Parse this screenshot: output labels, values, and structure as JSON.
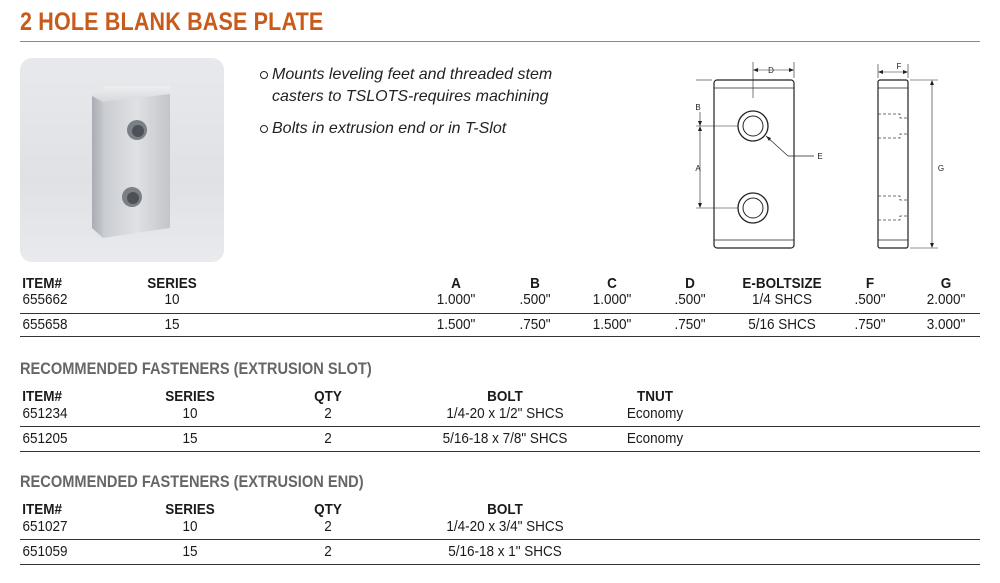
{
  "title": "2 HOLE BLANK BASE PLATE",
  "bullets": [
    "Mounts leveling feet and threaded stem casters to TSLOTS-requires machining",
    "Bolts in extrusion end or in T-Slot"
  ],
  "drawing_labels": {
    "a": "A",
    "b": "B",
    "d": "D",
    "e": "E",
    "f": "F",
    "g": "G"
  },
  "main_table": {
    "headers": [
      "ITEM#",
      "SERIES",
      "A",
      "B",
      "C",
      "D",
      "E-BOLTSIZE",
      "F",
      "G"
    ],
    "rows": [
      [
        "655662",
        "10",
        "1.000\"",
        ".500\"",
        "1.000\"",
        ".500\"",
        "1/4 SHCS",
        ".500\"",
        "2.000\""
      ],
      [
        "655658",
        "15",
        "1.500\"",
        ".750\"",
        "1.500\"",
        ".750\"",
        "5/16 SHCS",
        ".750\"",
        "3.000\""
      ]
    ]
  },
  "slot_section": {
    "title": "RECOMMENDED FASTENERS (EXTRUSION SLOT)",
    "headers": [
      "ITEM#",
      "SERIES",
      "QTY",
      "BOLT",
      "TNUT"
    ],
    "rows": [
      [
        "651234",
        "10",
        "2",
        "1/4-20 x 1/2\" SHCS",
        "Economy"
      ],
      [
        "651205",
        "15",
        "2",
        "5/16-18 x 7/8\" SHCS",
        "Economy"
      ]
    ]
  },
  "end_section": {
    "title": "RECOMMENDED FASTENERS (EXTRUSION END)",
    "headers": [
      "ITEM#",
      "SERIES",
      "QTY",
      "BOLT"
    ],
    "rows": [
      [
        "651027",
        "10",
        "2",
        "1/4-20 x 3/4\" SHCS"
      ],
      [
        "651059",
        "15",
        "2",
        "5/16-18 x 1\" SHCS"
      ]
    ]
  }
}
